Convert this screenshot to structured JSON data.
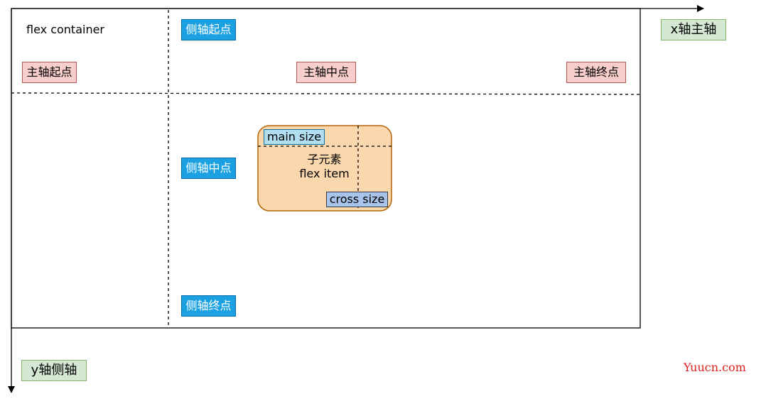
{
  "container": {
    "label": "flex container"
  },
  "axes": {
    "main": {
      "name": "x轴主轴",
      "start": "主轴起点",
      "center": "主轴中点",
      "end": "主轴终点"
    },
    "cross": {
      "name": "y轴侧轴",
      "start": "侧轴起点",
      "center": "侧轴中点",
      "end": "侧轴终点"
    }
  },
  "item": {
    "title": "子元素",
    "subtitle": "flex item",
    "main_size": "main size",
    "cross_size": "cross size"
  },
  "watermark": "Yuucn.com",
  "colors": {
    "main_axis_fill": "#f8cecc",
    "main_axis_border": "#b85450",
    "cross_axis_fill": "#1ba1e2",
    "cross_axis_border": "#006eaf",
    "axis_name_fill": "#d5e8d4",
    "axis_name_border": "#82b366",
    "item_fill": "#fad7ac",
    "item_border": "#b46504",
    "main_size_fill": "#b1ddf0",
    "cross_size_fill": "#a9c4eb",
    "watermark": "#e0201b"
  }
}
